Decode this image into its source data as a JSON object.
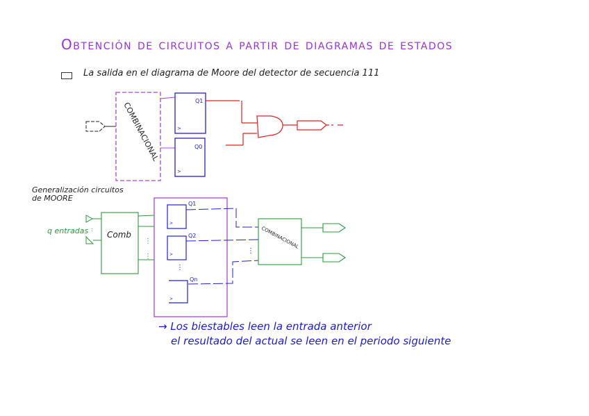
{
  "title": "Obtención de circuitos a partir de diagramas de estados",
  "subtitle": "La salida en el diagrama de Moore del detector de secuencia 111",
  "diagram1": {
    "block_label": "COMBINACIONAL",
    "flipflops": [
      {
        "label": "Q1"
      },
      {
        "label": "Q0"
      }
    ],
    "clock_symbol": ">",
    "gate": "AND"
  },
  "generalization": {
    "heading_line1": "Generalización circuitos",
    "heading_line2": "de MOORE",
    "inputs_label": "q entradas",
    "comb_label": "Comb",
    "flipflops": [
      {
        "label": "Q1"
      },
      {
        "label": "Q2"
      },
      {
        "label": "Qn"
      }
    ],
    "output_block_label": "COMBINACIONAL",
    "clock_symbol": ">"
  },
  "notes": {
    "line1": "→ Los biestables leen la entrada anterior",
    "line2": "el resultado del actual se leen en el periodo siguiente"
  },
  "colors": {
    "title": "#9b30e0",
    "combinational": "#b040e0",
    "flipflop": "#2020d0",
    "and_gate": "#e02020",
    "moore_comb": "#2a9a3a"
  }
}
